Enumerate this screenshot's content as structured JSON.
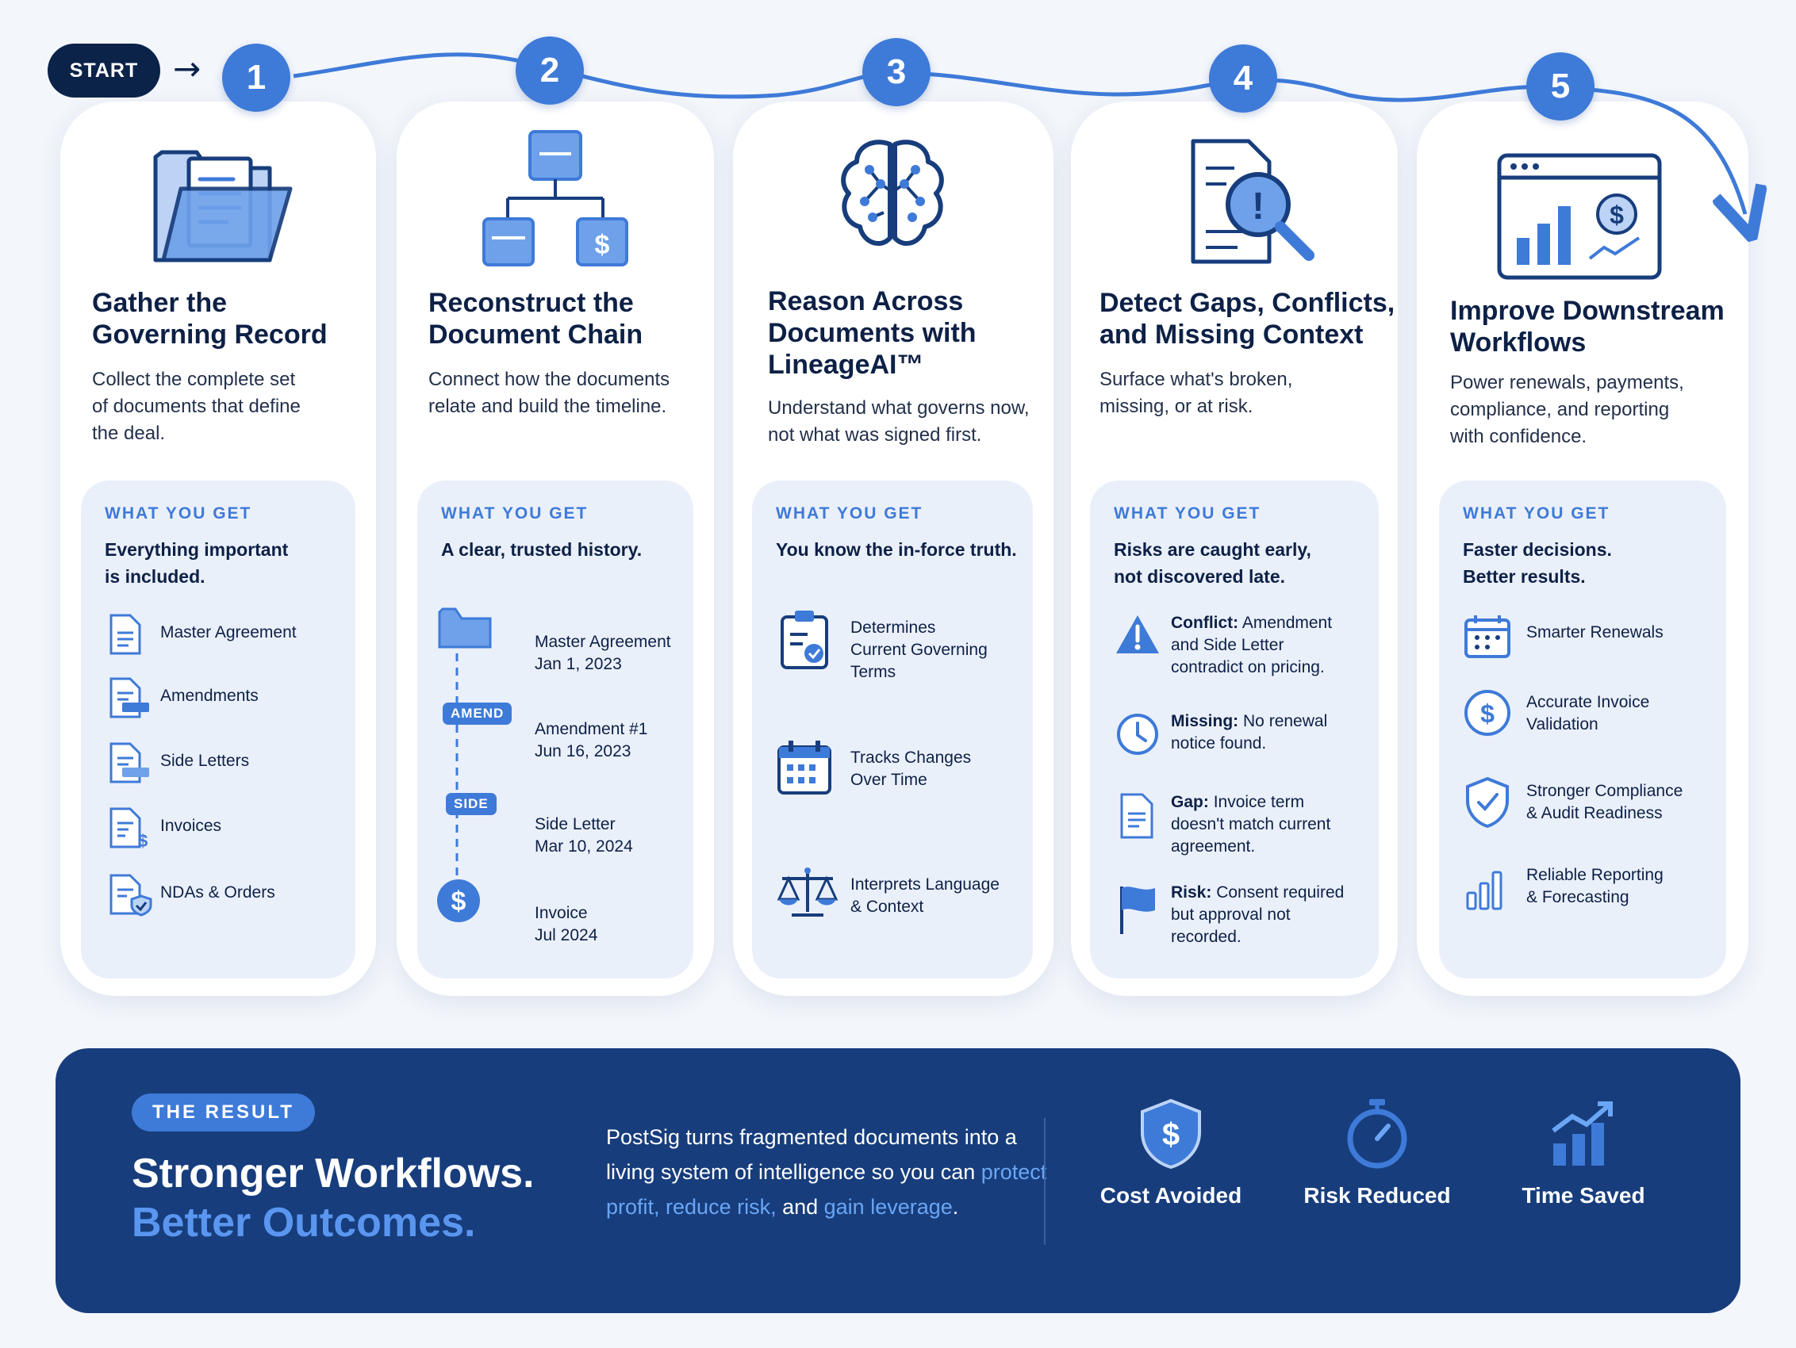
{
  "start_label": "START",
  "colors": {
    "navy": "#0b2249",
    "accent": "#3e7ad8",
    "panel": "#173d7c",
    "highlight": "#6aa6f5"
  },
  "steps": [
    {
      "number": "1",
      "icon": "folder-documents-icon",
      "title": "Gather the\nGoverning Record",
      "description": "Collect the complete set\nof documents that define\nthe deal.",
      "get_label": "WHAT YOU GET",
      "get_heading": "Everything important\nis included.",
      "items": [
        {
          "icon": "document-icon",
          "text": "Master Agreement"
        },
        {
          "icon": "amendment-document-icon",
          "text": "Amendments"
        },
        {
          "icon": "side-letter-document-icon",
          "text": "Side Letters"
        },
        {
          "icon": "invoice-document-icon",
          "text": "Invoices"
        },
        {
          "icon": "nda-shield-document-icon",
          "text": "NDAs & Orders"
        }
      ]
    },
    {
      "number": "2",
      "icon": "document-hierarchy-icon",
      "title": "Reconstruct the\nDocument Chain",
      "description": "Connect how the documents\nrelate and build the timeline.",
      "get_label": "WHAT YOU GET",
      "get_heading": "A clear, trusted history.",
      "timeline": [
        {
          "icon": "folder-icon",
          "chip": "",
          "name": "Master Agreement",
          "date": "Jan 1, 2023"
        },
        {
          "icon": "",
          "chip": "AMEND",
          "name": "Amendment #1",
          "date": "Jun 16, 2023"
        },
        {
          "icon": "",
          "chip": "SIDE",
          "name": "Side Letter",
          "date": "Mar 10, 2024"
        },
        {
          "icon": "dollar-coin-icon",
          "chip": "",
          "name": "Invoice",
          "date": "Jul 2024"
        }
      ]
    },
    {
      "number": "3",
      "icon": "brain-network-icon",
      "title": "Reason Across\nDocuments with\nLineageAI™",
      "description": "Understand what governs now,\nnot what was signed first.",
      "get_label": "WHAT YOU GET",
      "get_heading": "You know the in-force truth.",
      "items": [
        {
          "icon": "clipboard-check-icon",
          "text": "Determines\nCurrent Governing\nTerms"
        },
        {
          "icon": "calendar-icon",
          "text": "Tracks Changes\nOver Time"
        },
        {
          "icon": "scales-icon",
          "text": "Interprets Language\n& Context"
        }
      ]
    },
    {
      "number": "4",
      "icon": "document-magnifier-alert-icon",
      "title": "Detect Gaps, Conflicts,\nand Missing Context",
      "description": "Surface what's broken,\nmissing, or at risk.",
      "get_label": "WHAT YOU GET",
      "get_heading": "Risks are caught early,\nnot discovered late.",
      "items": [
        {
          "icon": "warning-triangle-icon",
          "label": "Conflict:",
          "text": "Amendment\nand Side Letter\ncontradict on pricing."
        },
        {
          "icon": "clock-icon",
          "label": "Missing:",
          "text": "No renewal\nnotice found."
        },
        {
          "icon": "document-icon",
          "label": "Gap:",
          "text": "Invoice term\ndoesn't match current\nagreement."
        },
        {
          "icon": "flag-icon",
          "label": "Risk:",
          "text": "Consent required\nbut approval not\nrecorded."
        }
      ]
    },
    {
      "number": "5",
      "icon": "browser-chart-icon",
      "title": "Improve Downstream\nWorkflows",
      "description": "Power renewals, payments,\ncompliance, and reporting\nwith confidence.",
      "get_label": "WHAT YOU GET",
      "get_heading": "Faster decisions.\nBetter results.",
      "items": [
        {
          "icon": "calendar-icon",
          "text": "Smarter Renewals"
        },
        {
          "icon": "dollar-coin-icon",
          "text": "Accurate Invoice\nValidation"
        },
        {
          "icon": "shield-check-icon",
          "text": "Stronger Compliance\n& Audit Readiness"
        },
        {
          "icon": "bar-chart-icon",
          "text": "Reliable Reporting\n& Forecasting"
        }
      ]
    }
  ],
  "result": {
    "badge": "THE RESULT",
    "headline_1": "Stronger Workflows.",
    "headline_2": "Better Outcomes.",
    "text_1": "PostSig turns fragmented documents into a living system of intelligence so you can ",
    "text_highlight_1": "protect profit, reduce risk,",
    "text_2": " and ",
    "text_highlight_2": "gain leverage",
    "text_3": ".",
    "metrics": [
      {
        "icon": "shield-dollar-icon",
        "label": "Cost Avoided"
      },
      {
        "icon": "stopwatch-icon",
        "label": "Risk Reduced"
      },
      {
        "icon": "growth-chart-icon",
        "label": "Time Saved"
      }
    ]
  }
}
